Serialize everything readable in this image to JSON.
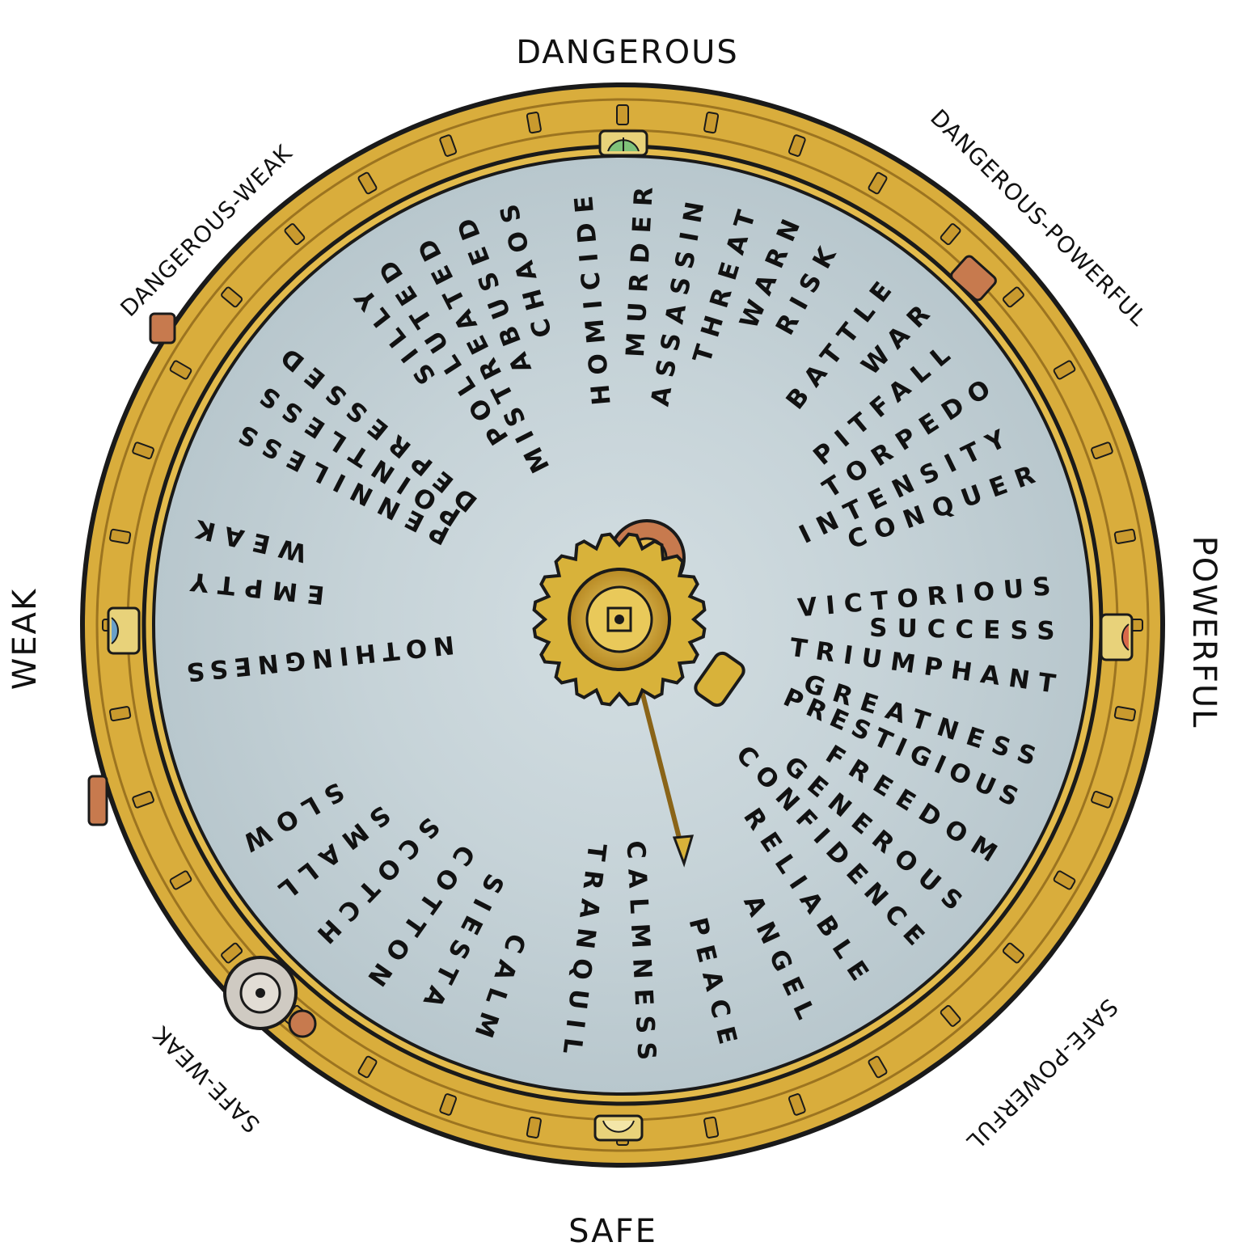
{
  "directions": {
    "top": "DANGEROUS",
    "top_right": "DANGEROUS-POWERFUL",
    "right": "POWERFUL",
    "bottom_right": "SAFE-POWERFUL",
    "bottom": "SAFE",
    "bottom_left": "SAFE-WEAK",
    "left": "WEAK",
    "top_left": "DANGEROUS-WEAK"
  },
  "words": [
    {
      "text": "HOMICIDE",
      "angle": -5
    },
    {
      "text": "MURDER",
      "angle": 3
    },
    {
      "text": "ASSASSIN",
      "angle": 10
    },
    {
      "text": "THREAT",
      "angle": 17
    },
    {
      "text": "WARN",
      "angle": 23
    },
    {
      "text": "RISK",
      "angle": 29
    },
    {
      "text": "BATTLE",
      "angle": 38
    },
    {
      "text": "WAR",
      "angle": 44
    },
    {
      "text": "PITFALL",
      "angle": 50
    },
    {
      "text": "TORPEDO",
      "angle": 57
    },
    {
      "text": "INTENSITY",
      "angle": 64
    },
    {
      "text": "CONQUER",
      "angle": 70
    },
    {
      "text": "VICTORIOUS",
      "angle": 85
    },
    {
      "text": "SUCCESS",
      "angle": 91
    },
    {
      "text": "TRIUMPHANT",
      "angle": 98
    },
    {
      "text": "GREATNESS",
      "angle": 108
    },
    {
      "text": "PRESTIGIOUS",
      "angle": 114
    },
    {
      "text": "FREEDOM",
      "angle": 122
    },
    {
      "text": "GENEROUS",
      "angle": 130
    },
    {
      "text": "CONFIDENCE",
      "angle": 137
    },
    {
      "text": "RELIABLE",
      "angle": 146
    },
    {
      "text": "ANGEL",
      "angle": 155
    },
    {
      "text": "PEACE",
      "angle": 166
    },
    {
      "text": "CALMNESS",
      "angle": 177
    },
    {
      "text": "TRANQUIL",
      "angle": 187
    },
    {
      "text": "CALM",
      "angle": 199
    },
    {
      "text": "SIESTA",
      "angle": 207
    },
    {
      "text": "COTTON",
      "angle": 215
    },
    {
      "text": "SCOTCH",
      "angle": 224
    },
    {
      "text": "SMALL",
      "angle": 232
    },
    {
      "text": "SLOW",
      "angle": 240
    },
    {
      "text": "NOTHINGNESS",
      "angle": 264
    },
    {
      "text": "EMPTY",
      "angle": 276
    },
    {
      "text": "WEAK",
      "angle": 283
    },
    {
      "text": "PENNILESS",
      "angle": 297
    },
    {
      "text": "POINTLESS",
      "angle": 303
    },
    {
      "text": "DEPRESSED",
      "angle": 309
    },
    {
      "text": "SILLY",
      "angle": 322
    },
    {
      "text": "POLLUTED",
      "angle": 327
    },
    {
      "text": "MISTREATED",
      "angle": 333
    },
    {
      "text": "ABUSED",
      "angle": 339
    },
    {
      "text": "CHAOS",
      "angle": 345
    }
  ],
  "colors": {
    "ring": "#d9ad3c",
    "ring_dark": "#9c7420",
    "face": "#bfcdd3",
    "face_center": "#cfdbe0",
    "gear": "#d8b23a",
    "copper": "#c77a4e"
  },
  "icons": [
    "gear-icon",
    "pointer-needle-icon",
    "gauge-icon"
  ]
}
